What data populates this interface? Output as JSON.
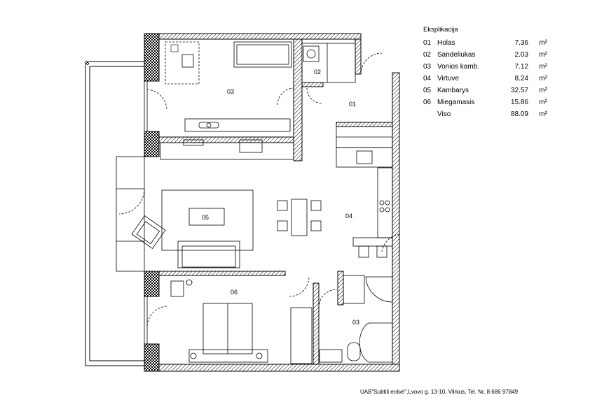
{
  "legend": {
    "title": "Eksplikacija",
    "rooms": [
      {
        "num": "01",
        "name": "Holas",
        "area": "7.36",
        "unit": "m²"
      },
      {
        "num": "02",
        "name": "Sandeliukas",
        "area": "2.03",
        "unit": "m²"
      },
      {
        "num": "03",
        "name": "Vonios kamb.",
        "area": "7.12",
        "unit": "m²"
      },
      {
        "num": "04",
        "name": "Virtuve",
        "area": "8.24",
        "unit": "m²"
      },
      {
        "num": "05",
        "name": "Kambarys",
        "area": "32.57",
        "unit": "m²"
      },
      {
        "num": "06",
        "name": "Miegamasis",
        "area": "15.86",
        "unit": "m²"
      }
    ],
    "total": {
      "name": "Viso",
      "area": "88.09",
      "unit": "m²"
    }
  },
  "plan_labels": {
    "bath_top": "03",
    "storage": "02",
    "hall": "01",
    "kitchen": "04",
    "living": "05",
    "bedroom": "06",
    "bath_bottom": "03"
  },
  "footer": "UAB\"Subtili erdvė\",Lvovo g. 13-10, Vilnius, Tel. Nr. 8 686 97849"
}
